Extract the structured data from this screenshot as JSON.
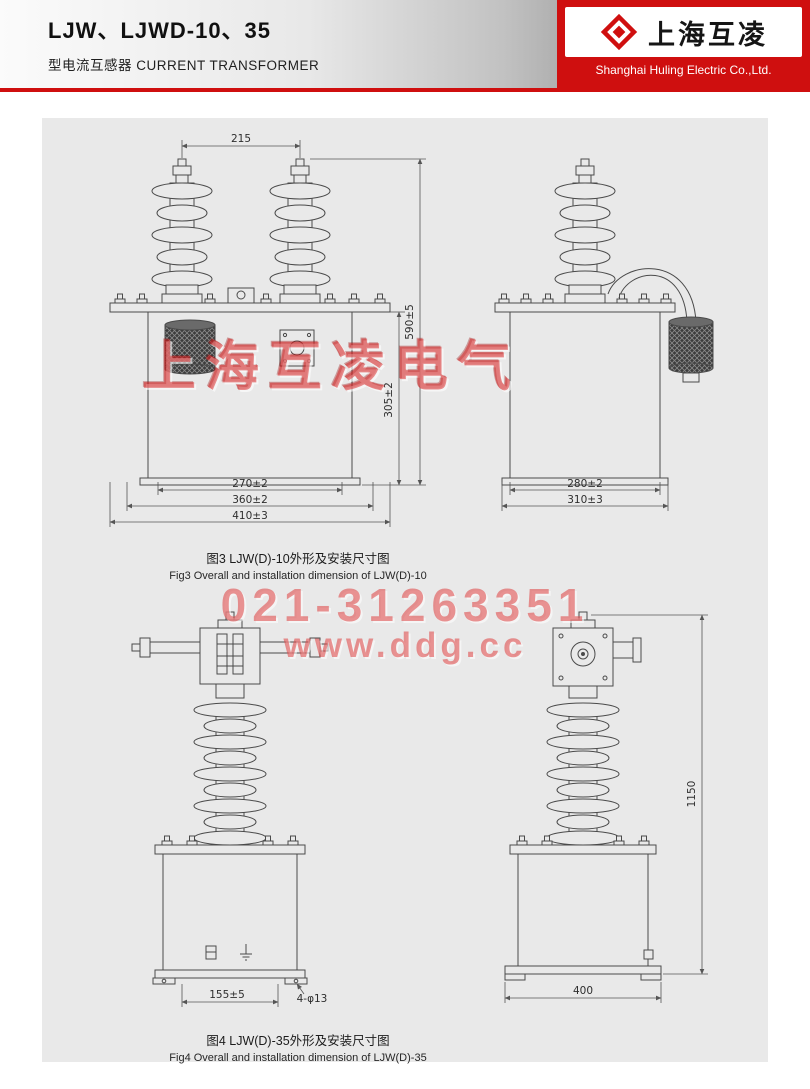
{
  "header": {
    "title": "LJW、LJWD-10、35",
    "subtitle_cn": "型电流互感器",
    "subtitle_en": "CURRENT TRANSFORMER",
    "brand": {
      "logo_text": "上海互凌",
      "company_en": "Shanghai Huling Electric Co.,Ltd."
    }
  },
  "watermarks": {
    "company": "上海互凌电气",
    "phone": "021-31263351",
    "website": "www.ddg.cc"
  },
  "fig3": {
    "caption_cn": "图3 LJW(D)-10外形及安装尺寸图",
    "caption_en": "Fig3 Overall and installation dimension of LJW(D)-10",
    "dims": {
      "top_width": "215",
      "total_height": "590±5",
      "body_height": "305±2",
      "front_w1": "270±2",
      "front_w2": "360±2",
      "front_w3": "410±3",
      "side_w1": "280±2",
      "side_w2": "310±3"
    }
  },
  "fig4": {
    "caption_cn": "图4 LJW(D)-35外形及安装尺寸图",
    "caption_en": "Fig4 Overall and installation dimension of LJW(D)-35",
    "dims": {
      "total_height": "1150",
      "foot_spacing": "155±5",
      "mounting_holes": "4-φ13",
      "base_width": "400"
    }
  },
  "colors": {
    "accent_red": "#cf0f0f",
    "watermark_red": "#dd3c3c",
    "panel_gray": "#e9e9e9",
    "line_gray": "#4a4a4a"
  }
}
